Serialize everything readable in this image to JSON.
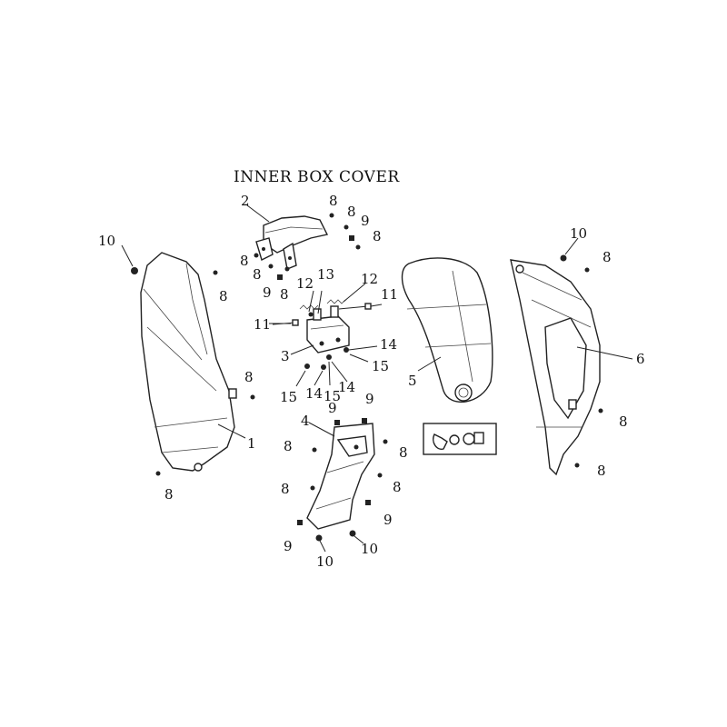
{
  "title": "INNER BOX COVER",
  "callouts": {
    "c1": "1",
    "c2": "2",
    "c3": "3",
    "c4": "4",
    "c5": "5",
    "c6": "6",
    "c8a": "8",
    "c8b": "8",
    "c8c": "8",
    "c8d": "8",
    "c8e": "8",
    "c8f": "8",
    "c8g": "8",
    "c8h": "8",
    "c8i": "8",
    "c8j": "8",
    "c8k": "8",
    "c8l": "8",
    "c8m": "8",
    "c8n": "8",
    "c8o": "8",
    "c8p": "8",
    "c9a": "9",
    "c9b": "9",
    "c9c": "9",
    "c9d": "9",
    "c9e": "9",
    "c9f": "9",
    "c10a": "10",
    "c10b": "10",
    "c10c": "10",
    "c10d": "10",
    "c11a": "11",
    "c11b": "11",
    "c12a": "12",
    "c12b": "12",
    "c13": "13",
    "c14a": "14",
    "c14b": "14",
    "c14c": "14",
    "c15a": "15",
    "c15b": "15",
    "c15c": "15"
  }
}
